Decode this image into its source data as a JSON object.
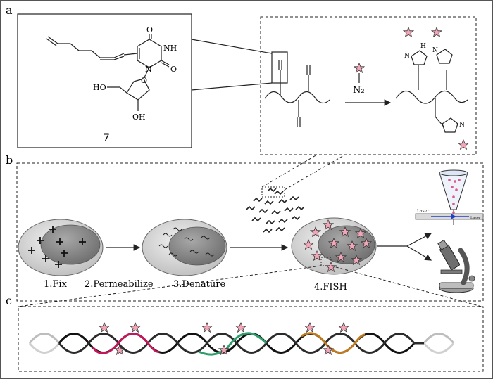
{
  "panels": {
    "a": {
      "letter": "a"
    },
    "b": {
      "letter": "b"
    },
    "c": {
      "letter": "c"
    }
  },
  "compound": {
    "number": "7",
    "atoms": {
      "o_top": "O",
      "nh": "NH",
      "o_right": "O",
      "n": "N",
      "ho": "HO",
      "o_ring": "O",
      "oh": "OH"
    }
  },
  "click": {
    "reagent": "N₂",
    "triazole_labels": [
      "N",
      "H",
      "N",
      "N"
    ]
  },
  "steps": [
    {
      "label": "1.Fix"
    },
    {
      "label": "2.Permeabilize"
    },
    {
      "label": "3.Denature"
    },
    {
      "label": "4.FISH"
    }
  ],
  "flow": {
    "laser_label": "Laser",
    "detector_label": "Laser"
  },
  "colors": {
    "star_fill": "#f2a7b8",
    "probe_magenta": "#c2185b",
    "probe_green": "#2e9e6a",
    "probe_orange": "#c17a1c",
    "cell_outer": "#d6d6d6",
    "nucleus": "#8c8c8c"
  }
}
